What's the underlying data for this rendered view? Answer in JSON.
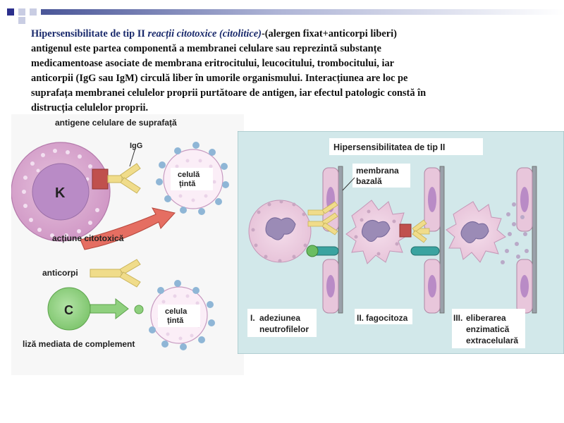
{
  "paragraph": {
    "lead": "Hipersensibilitate de tip II ",
    "lead_italic": "reacții citotoxice (citolitice)",
    "line1_rest": "-(alergen fixat+anticorpi liberi)",
    "line2": "antigenul este partea componentă a membranei celulare sau reprezintă substanțe",
    "line3": "medicamentoase asociate de membrana eritrocitului, leucocitului, trombocitului, iar",
    "line4": "anticorpii (IgG sau IgM) circulă liber în umorile organismului. Interacțiunea are loc pe",
    "line5": "suprafața membranei celulelor proprii purtătoare de antigen, iar efectul patologic constă în",
    "line6": "distrucția celulelor proprii."
  },
  "left_figure": {
    "title": "antigene celulare de suprafață",
    "igg_label": "IgG",
    "killer_cell_letter": "K",
    "target_label_line1": "celulă",
    "target_label_line2": "țintă",
    "action_label": "acțiune citotoxică",
    "antibody_label": "anticorpi",
    "complement_letter": "C",
    "target2_label_line1": "celula",
    "target2_label_line2": "țintă",
    "lysis_label": "liză mediata de complement"
  },
  "right_figure": {
    "title": "Hipersensibilitatea de tip II",
    "membrane_label_line1": "membrana",
    "membrane_label_line2": "bazală",
    "stage1_num": "I.",
    "stage1_line1": "adeziunea",
    "stage1_line2": "neutrofilelor",
    "stage2_num": "II.",
    "stage2_line1": "fagocitoza",
    "stage3_num": "III.",
    "stage3_line1": "eliberarea",
    "stage3_line2": "enzimatică",
    "stage3_line3": "extracelulară"
  },
  "colors": {
    "title_blue": "#1a2a6c",
    "header_square": "#2b2f8c",
    "killer_cell": "#d6a2cc",
    "cell_nucleus": "#b98bc6",
    "antigen_red": "#c0504d",
    "igg_yellow": "#f0dc8a",
    "complement_green": "#8fd07e",
    "target_dots": "#8fb6d6",
    "cytotoxic_arrow": "#e56e62",
    "panel_bg": "#d2e8ea"
  }
}
